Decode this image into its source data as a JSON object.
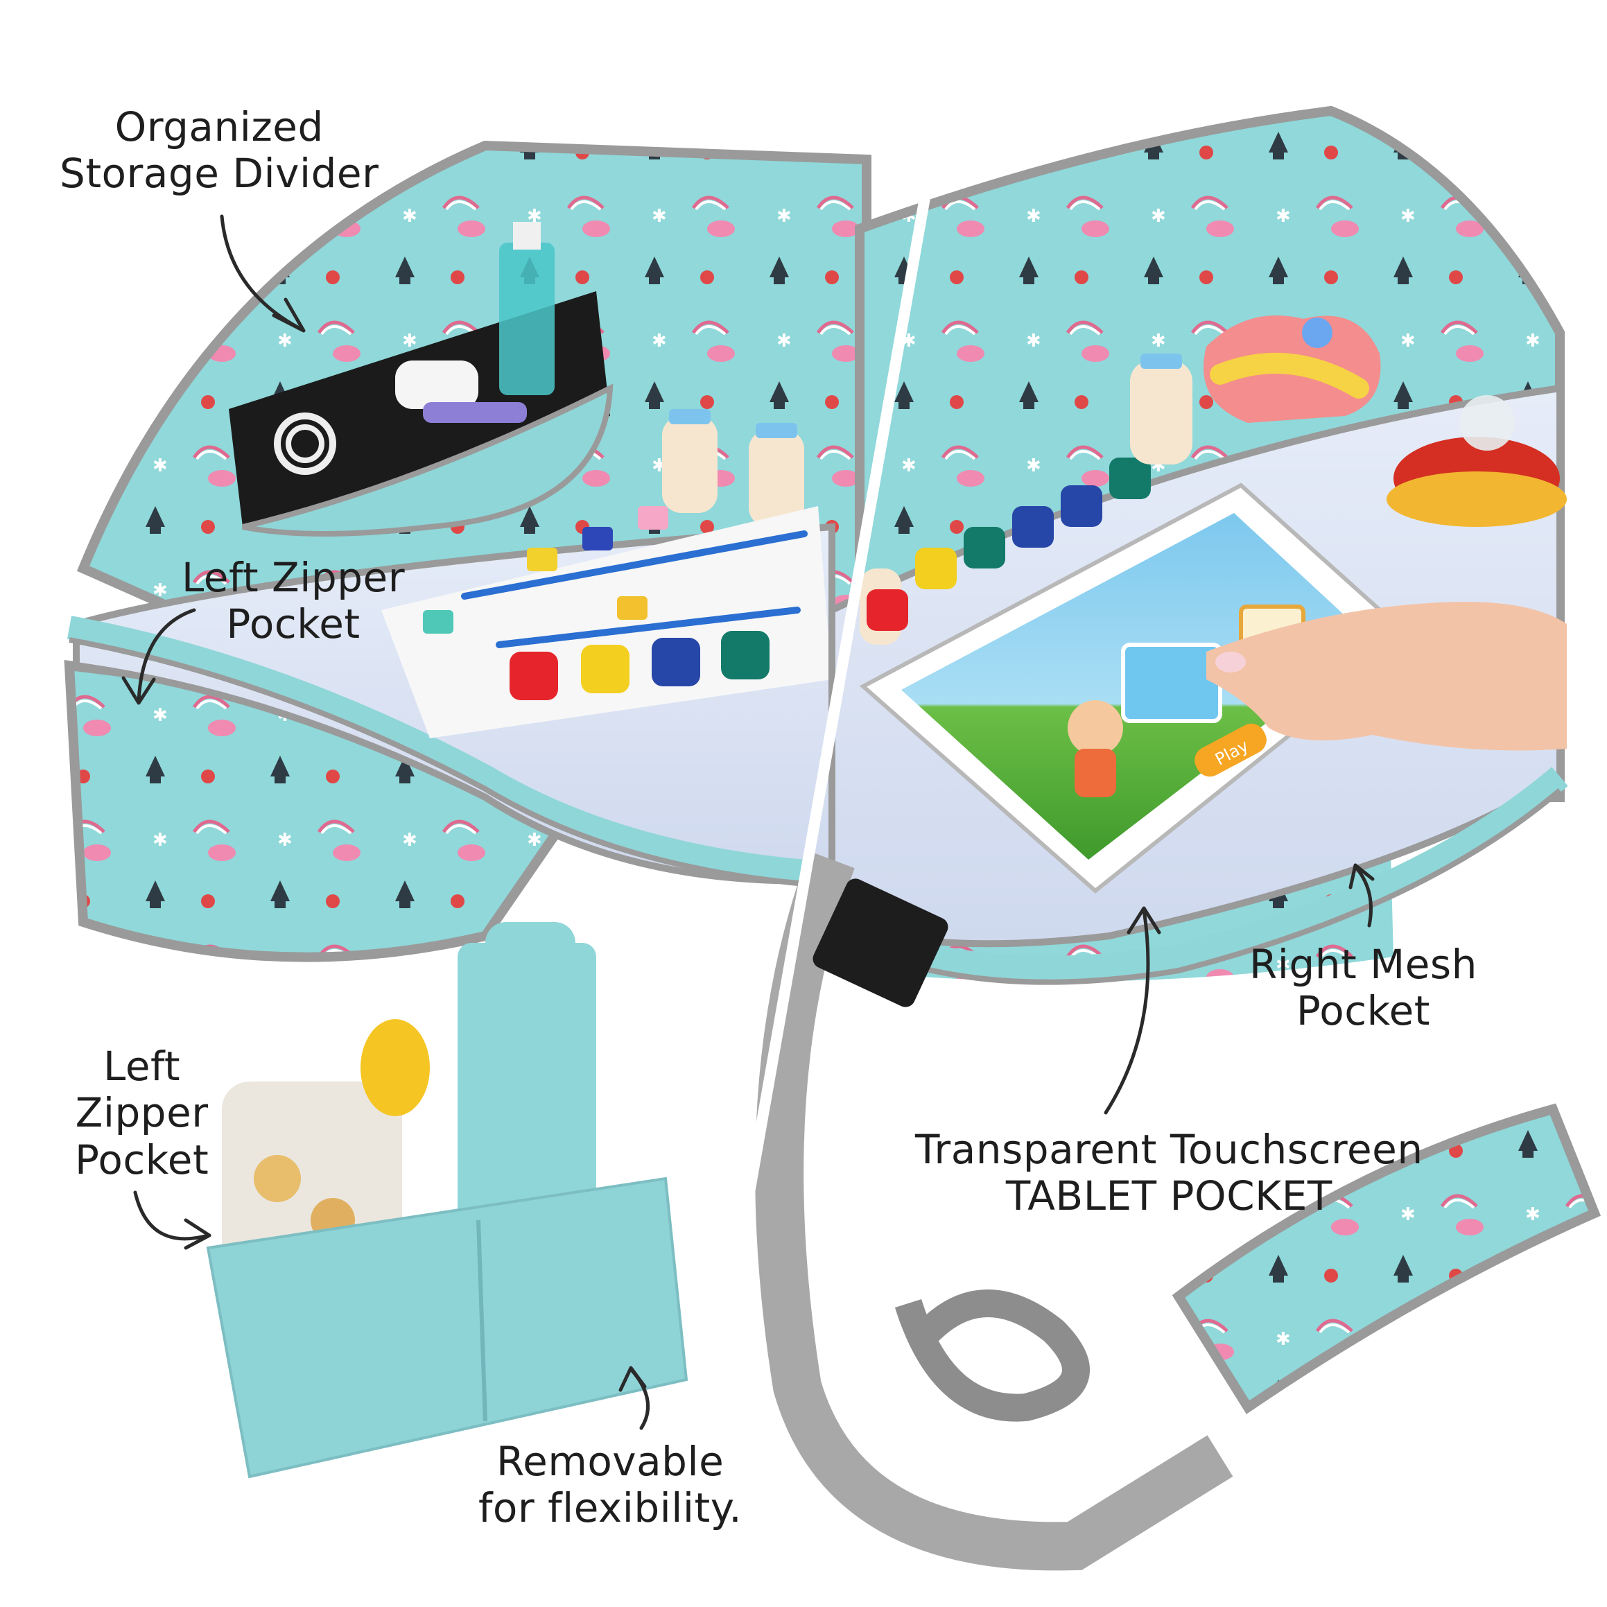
{
  "labels": {
    "storage_divider": [
      "Organized",
      "Storage Divider"
    ],
    "left_zipper_pocket": [
      "Left Zipper",
      "Pocket"
    ],
    "left_zipper_pocket_small": [
      "Left",
      "Zipper",
      "Pocket"
    ],
    "removable": [
      "Removable",
      "for flexibility."
    ],
    "right_mesh_pocket": [
      "Right Mesh",
      "Pocket"
    ],
    "tablet_pocket": [
      "Transparent Touchscreen",
      "TABLET POCKET"
    ]
  },
  "tablet_screen": {
    "button_text": "Play"
  },
  "colors": {
    "tray_fabric": "#8fd6d8",
    "trim_gray": "#9a9a9a",
    "tray_surface": "#dde6f5",
    "paint_red": "#e5252b",
    "paint_yellow": "#f3cf1f",
    "paint_blue": "#2747a8",
    "paint_green": "#137a6a"
  }
}
